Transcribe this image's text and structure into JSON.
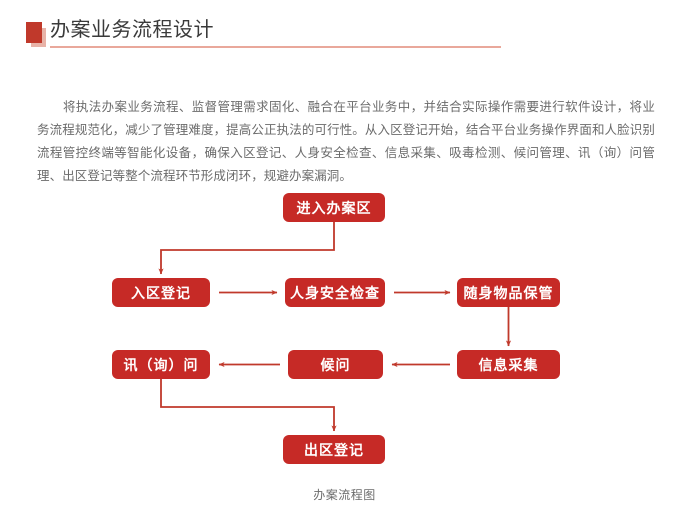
{
  "page": {
    "title": "办案业务流程设计",
    "paragraph": "将执法办案业务流程、监督管理需求固化、融合在平台业务中，并结合实际操作需要进行软件设计，将业务流程规范化，减少了管理难度，提高公正执法的可行性。从入区登记开始，结合平台业务操作界面和人脸识别流程管控终端等智能化设备，确保入区登记、人身安全检查、信息采集、吸毒检测、候问管理、讯（询）问管理、出区登记等整个流程环节形成闭环，规避办案漏洞。",
    "caption": "办案流程图"
  },
  "colors": {
    "node_fill": "#c62a26",
    "node_text": "#ffffff",
    "connector": "#c0392b",
    "marker": "#c0392b",
    "marker_shadow": "#e8b3a8",
    "underline": "#e9a89b",
    "body_text": "#6b6b6b",
    "title_text": "#3a3a3a"
  },
  "flowchart": {
    "type": "process-flow",
    "nodes": [
      {
        "id": "enter",
        "label": "进入办案区",
        "row": 1,
        "col": 2
      },
      {
        "id": "register",
        "label": "入区登记",
        "row": 2,
        "col": 1
      },
      {
        "id": "safety",
        "label": "人身安全检查",
        "row": 2,
        "col": 2
      },
      {
        "id": "custody",
        "label": "随身物品保管",
        "row": 2,
        "col": 3
      },
      {
        "id": "inquiry",
        "label": "讯（询）问",
        "row": 3,
        "col": 1
      },
      {
        "id": "waiting",
        "label": "候问",
        "row": 3,
        "col": 2
      },
      {
        "id": "info",
        "label": "信息采集",
        "row": 3,
        "col": 3
      },
      {
        "id": "exit",
        "label": "出区登记",
        "row": 4,
        "col": 2
      }
    ],
    "edges": [
      {
        "from": "enter",
        "to": "register",
        "style": "elbow-down-left"
      },
      {
        "from": "register",
        "to": "safety",
        "style": "straight-right"
      },
      {
        "from": "safety",
        "to": "custody",
        "style": "straight-right"
      },
      {
        "from": "custody",
        "to": "info",
        "style": "straight-down"
      },
      {
        "from": "info",
        "to": "waiting",
        "style": "straight-left"
      },
      {
        "from": "waiting",
        "to": "inquiry",
        "style": "straight-left"
      },
      {
        "from": "inquiry",
        "to": "exit",
        "style": "elbow-down-right"
      }
    ]
  }
}
